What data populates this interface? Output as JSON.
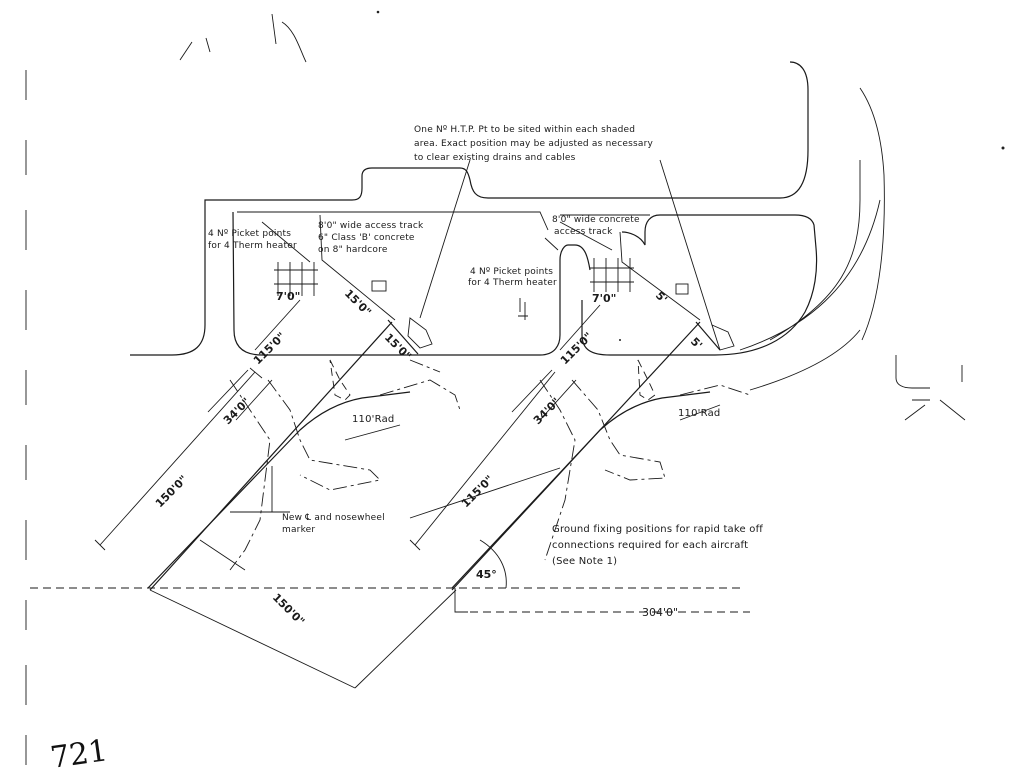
{
  "notes": {
    "htp_note": [
      "One Nº H.T.P. Pt to be sited within each shaded",
      "area. Exact position may be adjusted as necessary",
      "to clear existing drains and cables"
    ],
    "access_track_left": [
      "8'0\" wide access track",
      "6\" Class 'B' concrete",
      "on 8\" hardcore"
    ],
    "access_track_right": [
      "8'0\" wide concrete",
      "access track"
    ],
    "picket_left": [
      "4 Nº Picket points",
      "for 4 Therm heater"
    ],
    "picket_mid": [
      "4 Nº Picket points",
      "for 4 Therm heater"
    ],
    "nosewheel": [
      "New ℄ and nosewheel",
      "marker"
    ],
    "ground_fixing": [
      "Ground fixing positions for rapid take off",
      "connections required for each aircraft",
      "(See Note 1)"
    ]
  },
  "dimensions": {
    "d_115_left": "115'0\"",
    "d_115_right": "115'0\"",
    "d_34_left": "34'0\"",
    "d_34_right": "34'0\"",
    "d_150_left": "150'0\"",
    "d_150_bottom": "150'0\"",
    "d_115_lower_right": "115'0\"",
    "d_15_left": "15'0\"",
    "d_15_right": "15'0\"",
    "d_7_left": "7'0\"",
    "d_7_right": "7'0\"",
    "d_5_left": "5'",
    "d_5_right": "5'",
    "d_110_rad_left": "110'Rad",
    "d_110_rad_right": "110'Rad",
    "d_304": "304'0\"",
    "angle_45": "45°"
  },
  "handwriting": {
    "page_number": "721"
  }
}
